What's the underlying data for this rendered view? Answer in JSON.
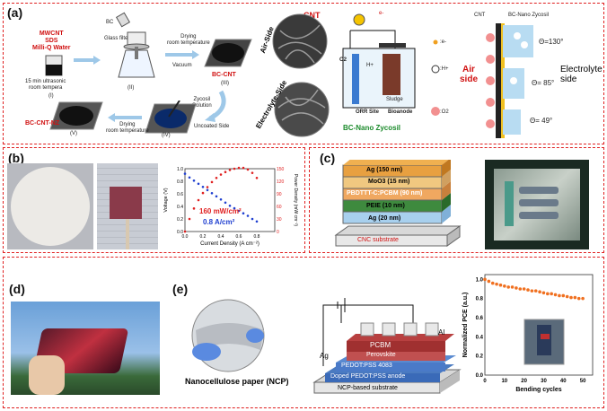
{
  "panel_a": {
    "label": "(a)",
    "materials": [
      "MWCNT",
      "SDS",
      "Milli-Q Water"
    ],
    "step_I": "15 min ultrasonic\nroom tempera",
    "step_I_num": "(I)",
    "bc_label": "BC",
    "glass_filter": "Glass filter",
    "step_II_num": "(II)",
    "drying1": "Drying\nroom temperature",
    "vacuum": "Vacuum",
    "bc_cnt": "BC-CNT",
    "step_III_num": "(III)",
    "zycosil": "Zycosil\nSolution",
    "step_IV_num": "(IV)",
    "uncoated": "Uncoated Side",
    "drying2": "Drying\nroom temperature",
    "bc_cnt_nz": "BC-CNT-NZ",
    "step_V_num": "(V)",
    "cnt": "CNT",
    "air_side_rot": "Air-Side",
    "electrolyte_side_rot": "Electrolyte-Side",
    "o2": "O2",
    "hplus": "H+",
    "sludge": "Sludge",
    "bioanode": "Bioanode",
    "orr_site": "ORR Site",
    "bc_nano_zycosil": "BC-Nano Zycosil",
    "e_minus": "e-",
    "legend_e": ":e-",
    "legend_h": ":H+",
    "legend_o2": ":O2",
    "cnt_top": "CNT",
    "bc_nano_zycosil_top": "BC-Nano Zycosil",
    "air_side": "Air\nside",
    "electrolyte_side": "Electrolyte\nside",
    "angle1": "Θ=130°",
    "angle2": "Θ= 85°",
    "angle3": "Θ= 49°"
  },
  "panel_b": {
    "label": "(b)",
    "annot_power": "160 mW/cm²",
    "annot_current": "0.8 A/cm²",
    "colors": {
      "voltage": "#1f3fd0",
      "power": "#e02020"
    }
  },
  "panel_c": {
    "label": "(c)",
    "layers": [
      "Ag (150 nm)",
      "MoO3 (15 nm)",
      "PBDTTT-C:PCBM (90 nm)",
      "PEIE (10 nm)",
      "Ag (20 nm)"
    ],
    "substrate": "CNC substrate"
  },
  "panel_d": {
    "label": "(d)"
  },
  "panel_e": {
    "label": "(e)",
    "ncp_label": "Nanocellulose paper (NCP)",
    "stack": [
      "Al",
      "PCBM",
      "Perovskite",
      "PEDOT:PSS 4083",
      "Doped PEDOT:PSS anode",
      "NCP-based substrate"
    ],
    "ag": "Ag"
  },
  "chart_data": [
    {
      "type": "line",
      "xlabel": "Current Density (A cm⁻²)",
      "ylabel": "Voltage (V)",
      "y2label": "Power Density (mW cm⁻²)",
      "xlim": [
        0.0,
        1.0
      ],
      "ylim": [
        0.0,
        1.0
      ],
      "y2lim": [
        0,
        150
      ],
      "xticks": [
        "0.0",
        "0.2",
        "0.4",
        "0.6",
        "0.8"
      ],
      "yticks": [
        "0.0",
        "0.2",
        "0.4",
        "0.6",
        "0.8",
        "1.0"
      ],
      "y2ticks": [
        "0",
        "30",
        "60",
        "90",
        "120",
        "150"
      ],
      "series": [
        {
          "name": "Voltage",
          "axis": "left",
          "color": "#1f3fd0",
          "x": [
            0.0,
            0.05,
            0.1,
            0.15,
            0.2,
            0.25,
            0.3,
            0.35,
            0.4,
            0.45,
            0.5,
            0.55,
            0.6,
            0.65,
            0.7,
            0.75,
            0.8
          ],
          "y": [
            0.92,
            0.86,
            0.81,
            0.76,
            0.71,
            0.66,
            0.61,
            0.56,
            0.51,
            0.46,
            0.41,
            0.37,
            0.33,
            0.29,
            0.25,
            0.2,
            0.16
          ]
        },
        {
          "name": "Power Density",
          "axis": "right",
          "color": "#e02020",
          "x": [
            0.0,
            0.05,
            0.1,
            0.15,
            0.2,
            0.25,
            0.3,
            0.35,
            0.4,
            0.45,
            0.5,
            0.55,
            0.6,
            0.65,
            0.7,
            0.75,
            0.8
          ],
          "y": [
            0,
            30,
            55,
            75,
            92,
            106,
            118,
            128,
            136,
            142,
            147,
            150,
            152,
            152,
            148,
            140,
            128
          ]
        }
      ]
    },
    {
      "type": "scatter",
      "xlabel": "Bending cycles",
      "ylabel": "Normalized PCE (a.u.)",
      "xlim": [
        0,
        55
      ],
      "ylim": [
        0.0,
        1.05
      ],
      "xticks": [
        "0",
        "10",
        "20",
        "30",
        "40",
        "50"
      ],
      "yticks": [
        "0.0",
        "0.2",
        "0.4",
        "0.6",
        "0.8",
        "1.0"
      ],
      "series": [
        {
          "name": "",
          "color": "#f07020",
          "x": [
            0,
            2,
            4,
            6,
            8,
            10,
            12,
            14,
            16,
            18,
            20,
            22,
            24,
            26,
            28,
            30,
            32,
            34,
            36,
            38,
            40,
            42,
            44,
            46,
            48,
            50
          ],
          "y": [
            1.0,
            0.98,
            0.96,
            0.95,
            0.94,
            0.93,
            0.92,
            0.92,
            0.91,
            0.9,
            0.9,
            0.89,
            0.88,
            0.88,
            0.87,
            0.86,
            0.85,
            0.85,
            0.84,
            0.83,
            0.83,
            0.82,
            0.81,
            0.81,
            0.8,
            0.8
          ]
        }
      ]
    }
  ]
}
